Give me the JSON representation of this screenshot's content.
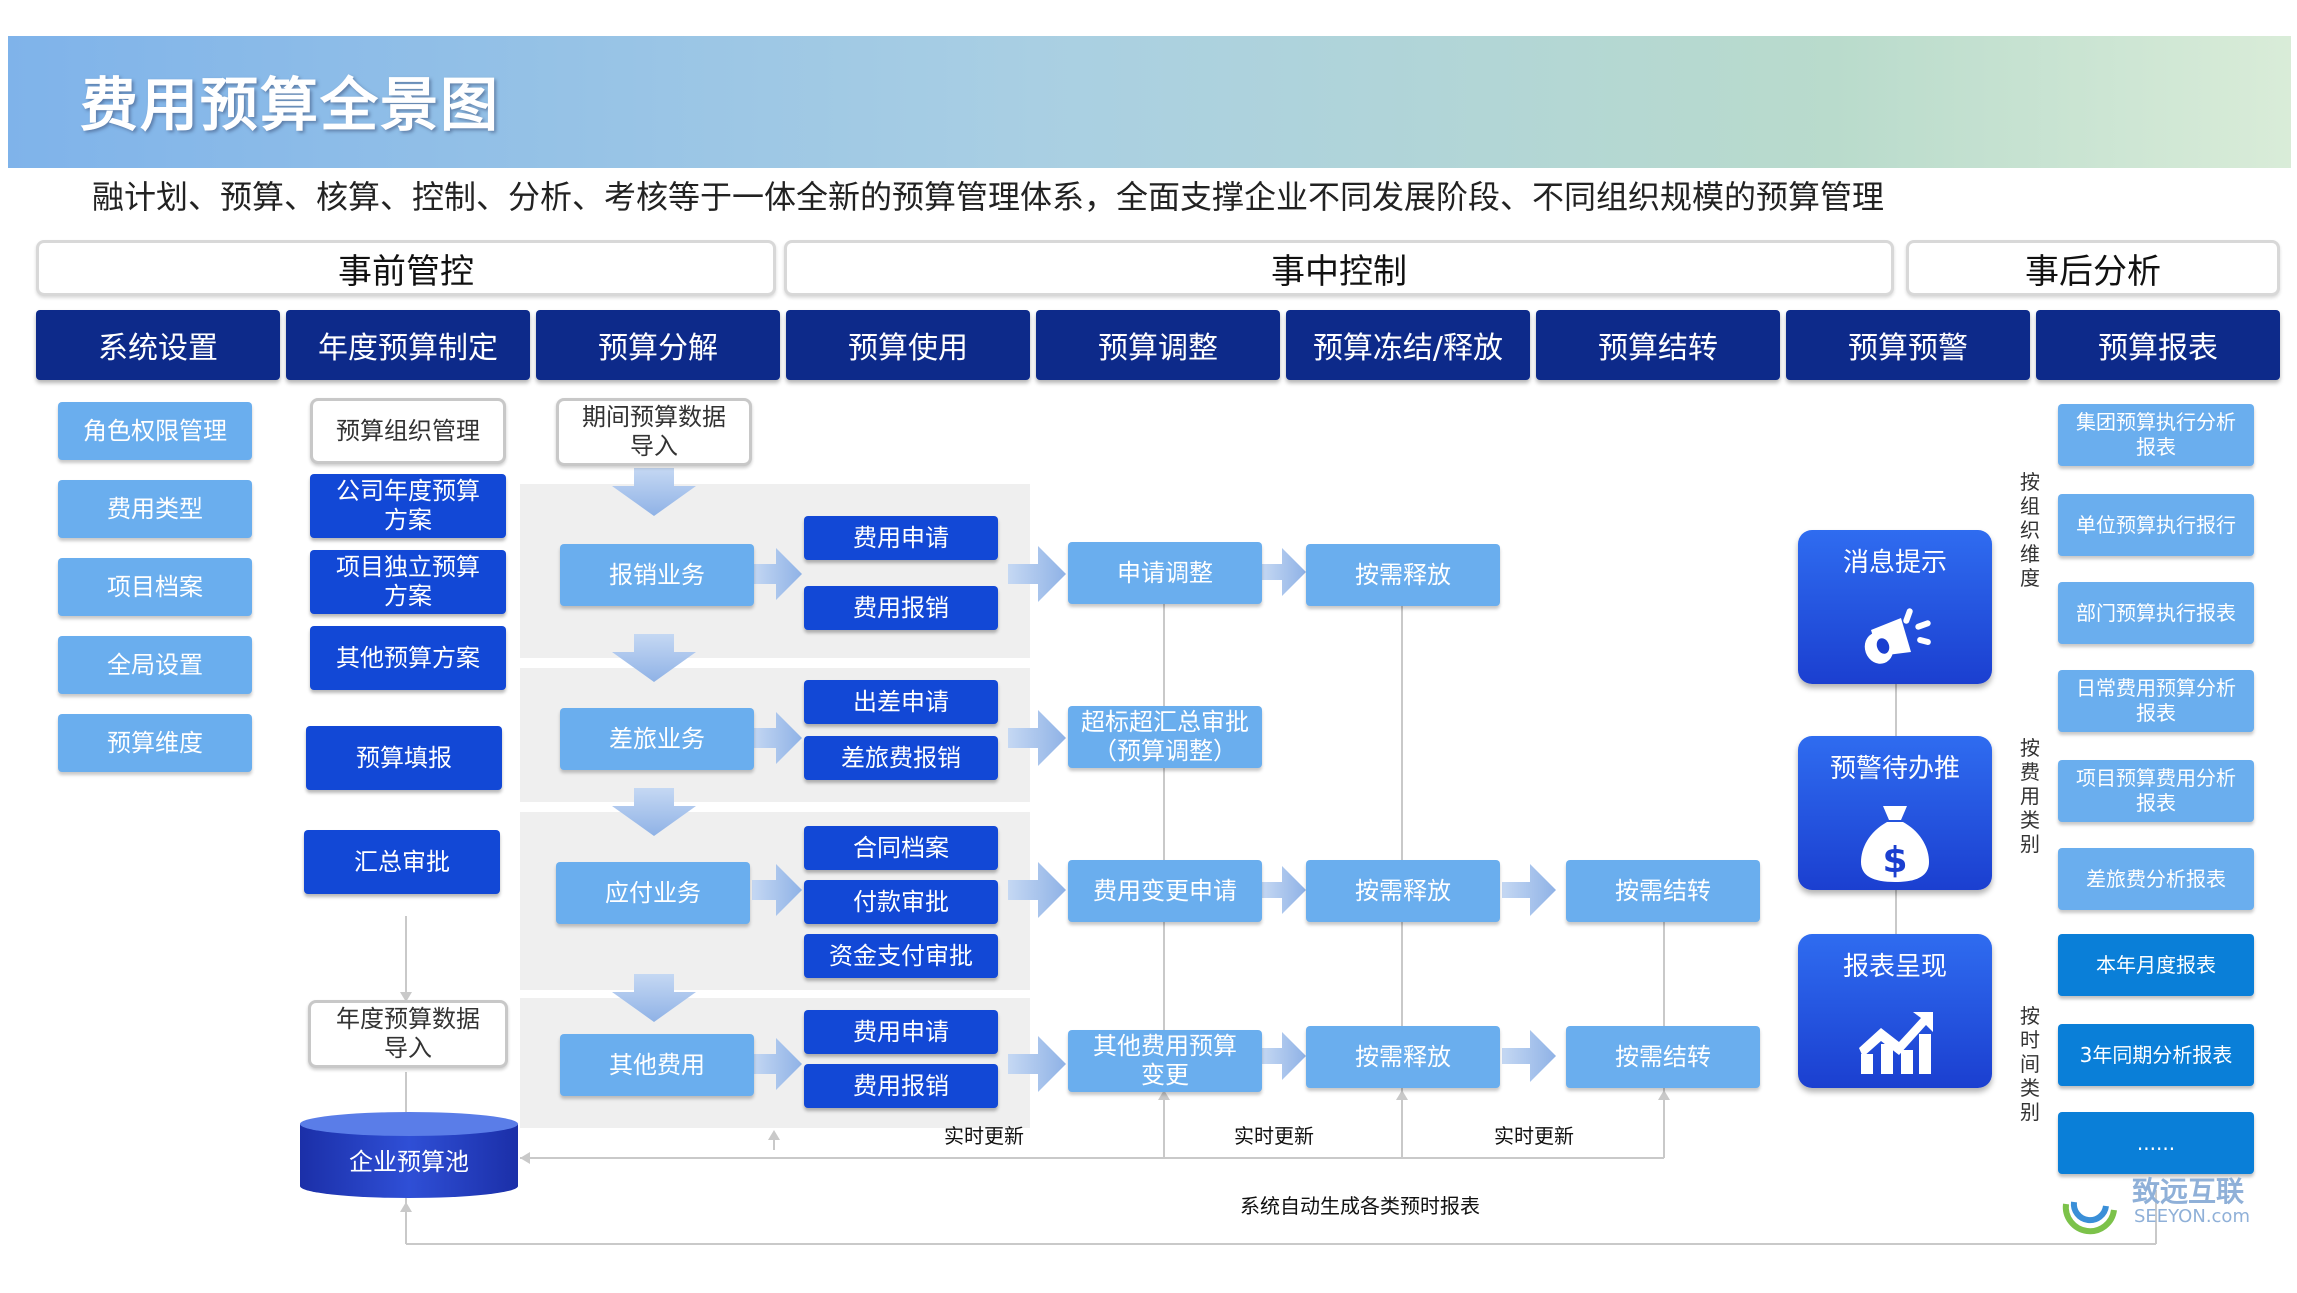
{
  "header": {
    "title": "费用预算全景图",
    "subtitle": "融计划、预算、核算、控制、分析、考核等于一体全新的预算管理体系，全面支撑企业不同发展阶段、不同组织规模的预算管理"
  },
  "phases": [
    "事前管控",
    "事中控制",
    "事后分析"
  ],
  "stages": [
    "系统设置",
    "年度预算制定",
    "预算分解",
    "预算使用",
    "预算调整",
    "预算冻结/释放",
    "预算结转",
    "预算预警",
    "预算报表"
  ],
  "settings": [
    "角色权限管理",
    "费用类型",
    "项目档案",
    "全局设置",
    "预算维度"
  ],
  "annual": {
    "org": "预算组织管理",
    "company": "公司年度预算方案",
    "project": "项目独立预算方案",
    "other": "其他预算方案",
    "fill": "预算填报",
    "summary": "汇总审批",
    "import": "年度预算数据导入",
    "pool": "企业预算池"
  },
  "decompose": {
    "import": "期间预算数据导入",
    "flows": [
      "报销业务",
      "差旅业务",
      "应付业务",
      "其他费用"
    ]
  },
  "usage": {
    "reimburse": [
      "费用申请",
      "费用报销"
    ],
    "travel": [
      "出差申请",
      "差旅费报销"
    ],
    "payable": [
      "合同档案",
      "付款审批",
      "资金支付审批"
    ],
    "other": [
      "费用申请",
      "费用报销"
    ]
  },
  "adjust": [
    "申请调整",
    "超标超汇总审批（预算调整）",
    "费用变更申请",
    "其他费用预算变更"
  ],
  "release": [
    "按需释放",
    "按需释放",
    "按需释放"
  ],
  "carry": [
    "按需结转",
    "按需结转"
  ],
  "alert": {
    "cards": [
      "消息提示",
      "预警待办推",
      "报表呈现"
    ]
  },
  "reports": {
    "group_labels": [
      "按组织维度",
      "按费用类别",
      "按时间类别"
    ],
    "items": [
      "集团预算执行分析报表",
      "单位预算执行报行",
      "部门预算执行报表",
      "日常费用预算分析报表",
      "项目预算费用分析报表",
      "差旅费分析报表",
      "本年月度报表",
      "3年同期分析报表",
      "......"
    ]
  },
  "notes": {
    "realtime": "实时更新",
    "auto_report": "系统自动生成各类预时报表"
  },
  "logo": {
    "name": "致远互联",
    "domain": "SEEYON.com"
  },
  "colors": {
    "stage_bg": "#0d2a8a",
    "light_box": "#6aaeee",
    "dark_box": "#1248d6",
    "card": "#1b3fd0"
  }
}
